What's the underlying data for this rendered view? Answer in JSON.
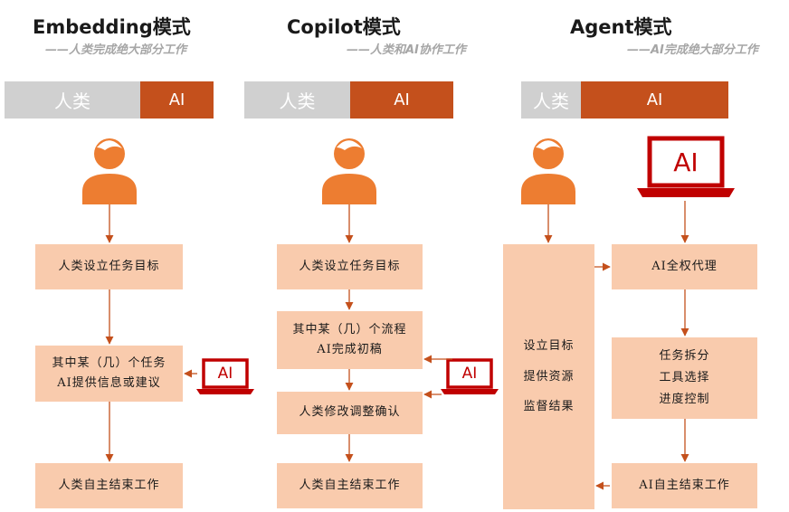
{
  "columns": [
    {
      "title": "Embedding模式",
      "subtitle": "——人类完成绝大部分工作",
      "bar": {
        "human": "人类",
        "ai": "AI"
      },
      "steps": [
        {
          "lines": [
            "人类设立任务目标"
          ]
        },
        {
          "lines": [
            "其中某（几）个任务",
            "AI提供信息或建议"
          ]
        },
        {
          "lines": [
            "人类自主结束工作"
          ]
        }
      ],
      "laptop_label": "AI"
    },
    {
      "title": "Copilot模式",
      "subtitle": "——人类和AI协作工作",
      "bar": {
        "human": "人类",
        "ai": "AI"
      },
      "steps": [
        {
          "lines": [
            "人类设立任务目标"
          ]
        },
        {
          "lines": [
            "其中某（几）个流程",
            "AI完成初稿"
          ]
        },
        {
          "lines": [
            "人类修改调整确认"
          ]
        },
        {
          "lines": [
            "人类自主结束工作"
          ]
        }
      ],
      "laptop_label": "AI"
    },
    {
      "title": "Agent模式",
      "subtitle": "——AI完成绝大部分工作",
      "bar": {
        "human": "人类",
        "ai": "AI"
      },
      "human_box": {
        "lines": [
          "设立目标",
          "提供资源",
          "监督结果"
        ]
      },
      "steps": [
        {
          "lines": [
            "AI全权代理"
          ]
        },
        {
          "lines": [
            "任务拆分",
            "工具选择",
            "进度控制"
          ]
        },
        {
          "lines": [
            "AI自主结束工作"
          ]
        }
      ],
      "laptop_label": "AI"
    }
  ],
  "colors": {
    "accent": "#c4501c",
    "person": "#ed7d31",
    "box": "#f9cbad",
    "human_bar": "#d0d0d0",
    "laptop": "#c00000"
  }
}
